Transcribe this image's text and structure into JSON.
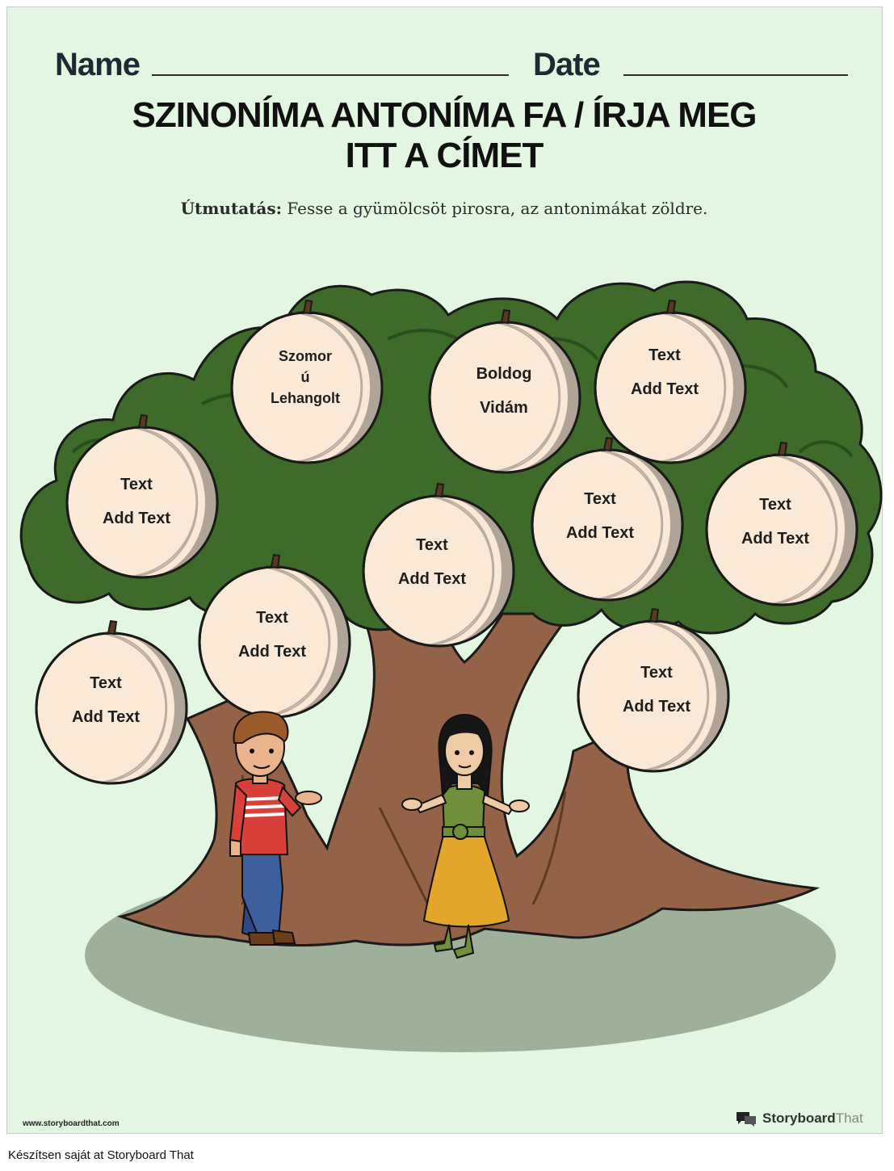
{
  "header": {
    "name_label": "Name",
    "date_label": "Date",
    "title_line1": "SZINONÍMA ANTONÍMA FA / ÍRJA MEG",
    "title_line2": "ITT A CÍMET",
    "instructions_label": "Útmutatás:",
    "instructions_text": " Fesse a gyümölcsöt pirosra, az antonimákat zöldre."
  },
  "fruits": [
    {
      "line1": "Szomor",
      "line2": "ú",
      "line3": "Lehangolt"
    },
    {
      "line1": "Boldog",
      "line2": "Vidám"
    },
    {
      "line1": "Text",
      "line2": "Add Text"
    },
    {
      "line1": "Text",
      "line2": "Add Text"
    },
    {
      "line1": "Text",
      "line2": "Add Text"
    },
    {
      "line1": "Text",
      "line2": "Add Text"
    },
    {
      "line1": "Text",
      "line2": "Add Text"
    },
    {
      "line1": "Text",
      "line2": "Add Text"
    },
    {
      "line1": "Text",
      "line2": "Add Text"
    },
    {
      "line1": "Text",
      "line2": "Add Text"
    }
  ],
  "footer": {
    "website": "www.storyboardthat.com",
    "brand_storyboard": "Storyboard",
    "brand_that": "That",
    "caption": "Készítsen saját at Storyboard That"
  },
  "colors": {
    "background": "#e3f6e1",
    "foliage": "#3f6b2a",
    "trunk": "#946246",
    "fruit_fill": "#fbe9d7",
    "fruit_rim": "#b0a497",
    "ground": "#9fb09a"
  }
}
